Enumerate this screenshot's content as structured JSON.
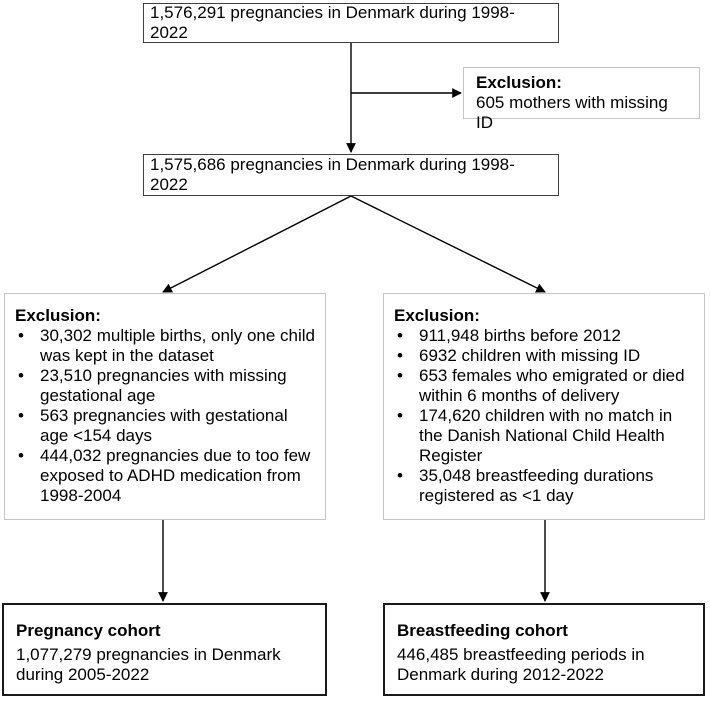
{
  "nodes": {
    "top": {
      "text": "1,576,291 pregnancies in Denmark during 1998-2022"
    },
    "exclusion_top": {
      "title": "Exclusion:",
      "text": "605 mothers with missing ID"
    },
    "middle": {
      "text": "1,575,686 pregnancies in Denmark during 1998-2022"
    },
    "exclusion_left": {
      "title": "Exclusion:",
      "items": [
        "30,302 multiple births, only one child was kept in the dataset",
        "23,510 pregnancies with missing gestational age",
        "563 pregnancies with gestational age <154 days",
        "444,032 pregnancies due to too few exposed to ADHD medication from 1998-2004"
      ]
    },
    "exclusion_right": {
      "title": "Exclusion:",
      "items": [
        "911,948 births before 2012",
        "6932 children with missing ID",
        "653 females who emigrated or died within 6 months of delivery",
        "174,620 children with no match in the Danish National Child Health Register",
        "35,048 breastfeeding durations registered as <1 day"
      ]
    },
    "pregnancy_cohort": {
      "title": "Pregnancy cohort",
      "text": "1,077,279 pregnancies in Denmark during 2005-2022"
    },
    "breastfeeding_cohort": {
      "title": "Breastfeeding cohort",
      "text": "446,485 breastfeeding periods in Denmark during 2012-2022"
    }
  }
}
